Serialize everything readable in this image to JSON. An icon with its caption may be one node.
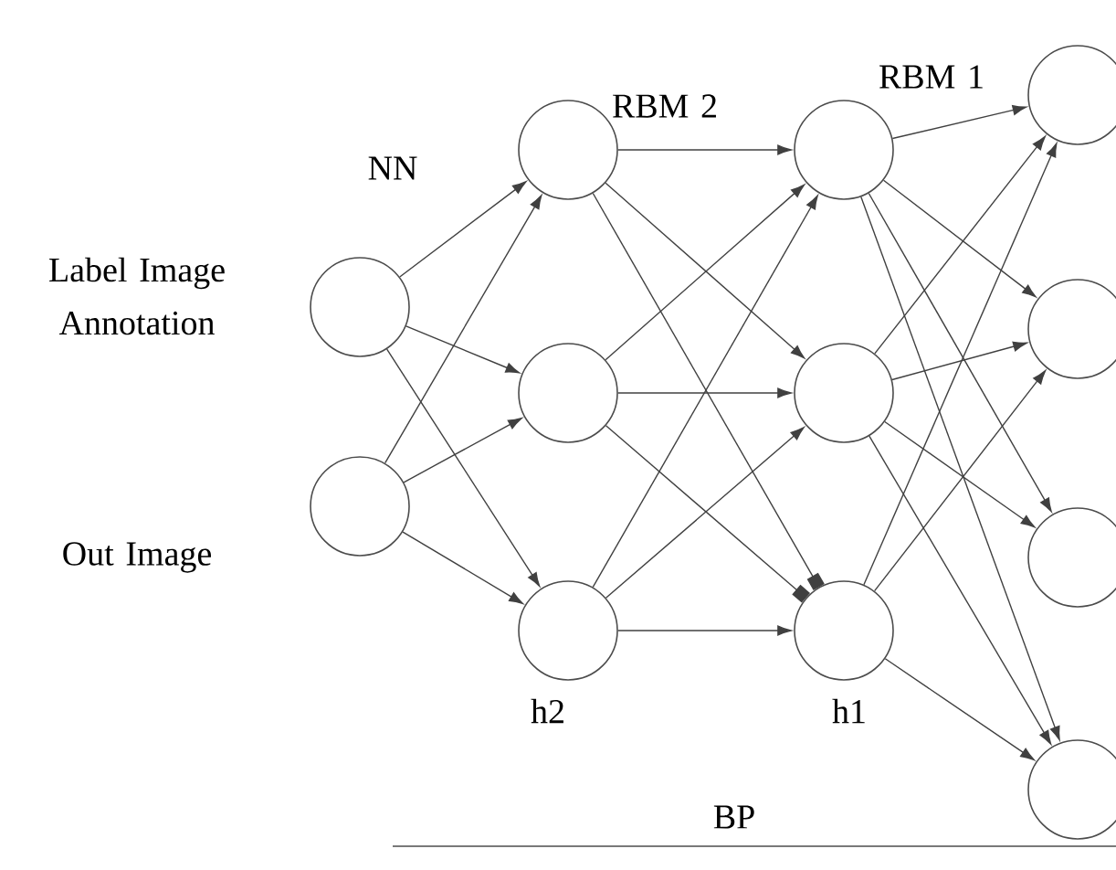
{
  "diagram": {
    "nodes": [
      {
        "text": [],
        "shape": "circle",
        "beside": [
          "Label Image Annotation"
        ]
      },
      {
        "text": [],
        "shape": "circle",
        "beside": [
          "Out Image"
        ]
      },
      {
        "text": [],
        "shape": "circle"
      },
      {
        "text": [],
        "shape": "circle"
      },
      {
        "text": [],
        "shape": "circle",
        "beside": [
          "h2"
        ]
      },
      {
        "text": [],
        "shape": "circle"
      },
      {
        "text": [],
        "shape": "circle"
      },
      {
        "text": [],
        "shape": "circle",
        "beside": [
          "h1"
        ]
      },
      {
        "text": [],
        "shape": "circle"
      },
      {
        "text": [],
        "shape": "circle"
      },
      {
        "text": [],
        "shape": "circle"
      },
      {
        "text": [],
        "shape": "circle"
      }
    ],
    "edges": [
      {
        "from": 0,
        "to": 2,
        "arrow": "to"
      },
      {
        "from": 0,
        "to": 3,
        "arrow": "to"
      },
      {
        "from": 0,
        "to": 4,
        "arrow": "to"
      },
      {
        "from": 1,
        "to": 2,
        "arrow": "to"
      },
      {
        "from": 1,
        "to": 3,
        "arrow": "to"
      },
      {
        "from": 1,
        "to": 4,
        "arrow": "to"
      },
      {
        "from": 2,
        "to": 5,
        "arrow": "to"
      },
      {
        "from": 2,
        "to": 6,
        "arrow": "to"
      },
      {
        "from": 2,
        "to": 7,
        "arrow": "other"
      },
      {
        "from": 3,
        "to": 5,
        "arrow": "to"
      },
      {
        "from": 3,
        "to": 6,
        "arrow": "to"
      },
      {
        "from": 3,
        "to": 7,
        "arrow": "other"
      },
      {
        "from": 4,
        "to": 5,
        "arrow": "to"
      },
      {
        "from": 4,
        "to": 6,
        "arrow": "to"
      },
      {
        "from": 4,
        "to": 7,
        "arrow": "to"
      },
      {
        "from": 5,
        "to": 8,
        "arrow": "to"
      },
      {
        "from": 5,
        "to": 9,
        "arrow": "to"
      },
      {
        "from": 5,
        "to": 10,
        "arrow": "to"
      },
      {
        "from": 5,
        "to": 11,
        "arrow": "to"
      },
      {
        "from": 6,
        "to": 8,
        "arrow": "to"
      },
      {
        "from": 6,
        "to": 9,
        "arrow": "to"
      },
      {
        "from": 6,
        "to": 10,
        "arrow": "to"
      },
      {
        "from": 6,
        "to": 11,
        "arrow": "to"
      },
      {
        "from": 7,
        "to": 8,
        "arrow": "to"
      },
      {
        "from": 7,
        "to": 9,
        "arrow": "to"
      },
      {
        "from": 7,
        "to": 11,
        "arrow": "to"
      }
    ],
    "labels": [
      "NN",
      "RBM 2",
      "RBM 1",
      "BP"
    ]
  }
}
